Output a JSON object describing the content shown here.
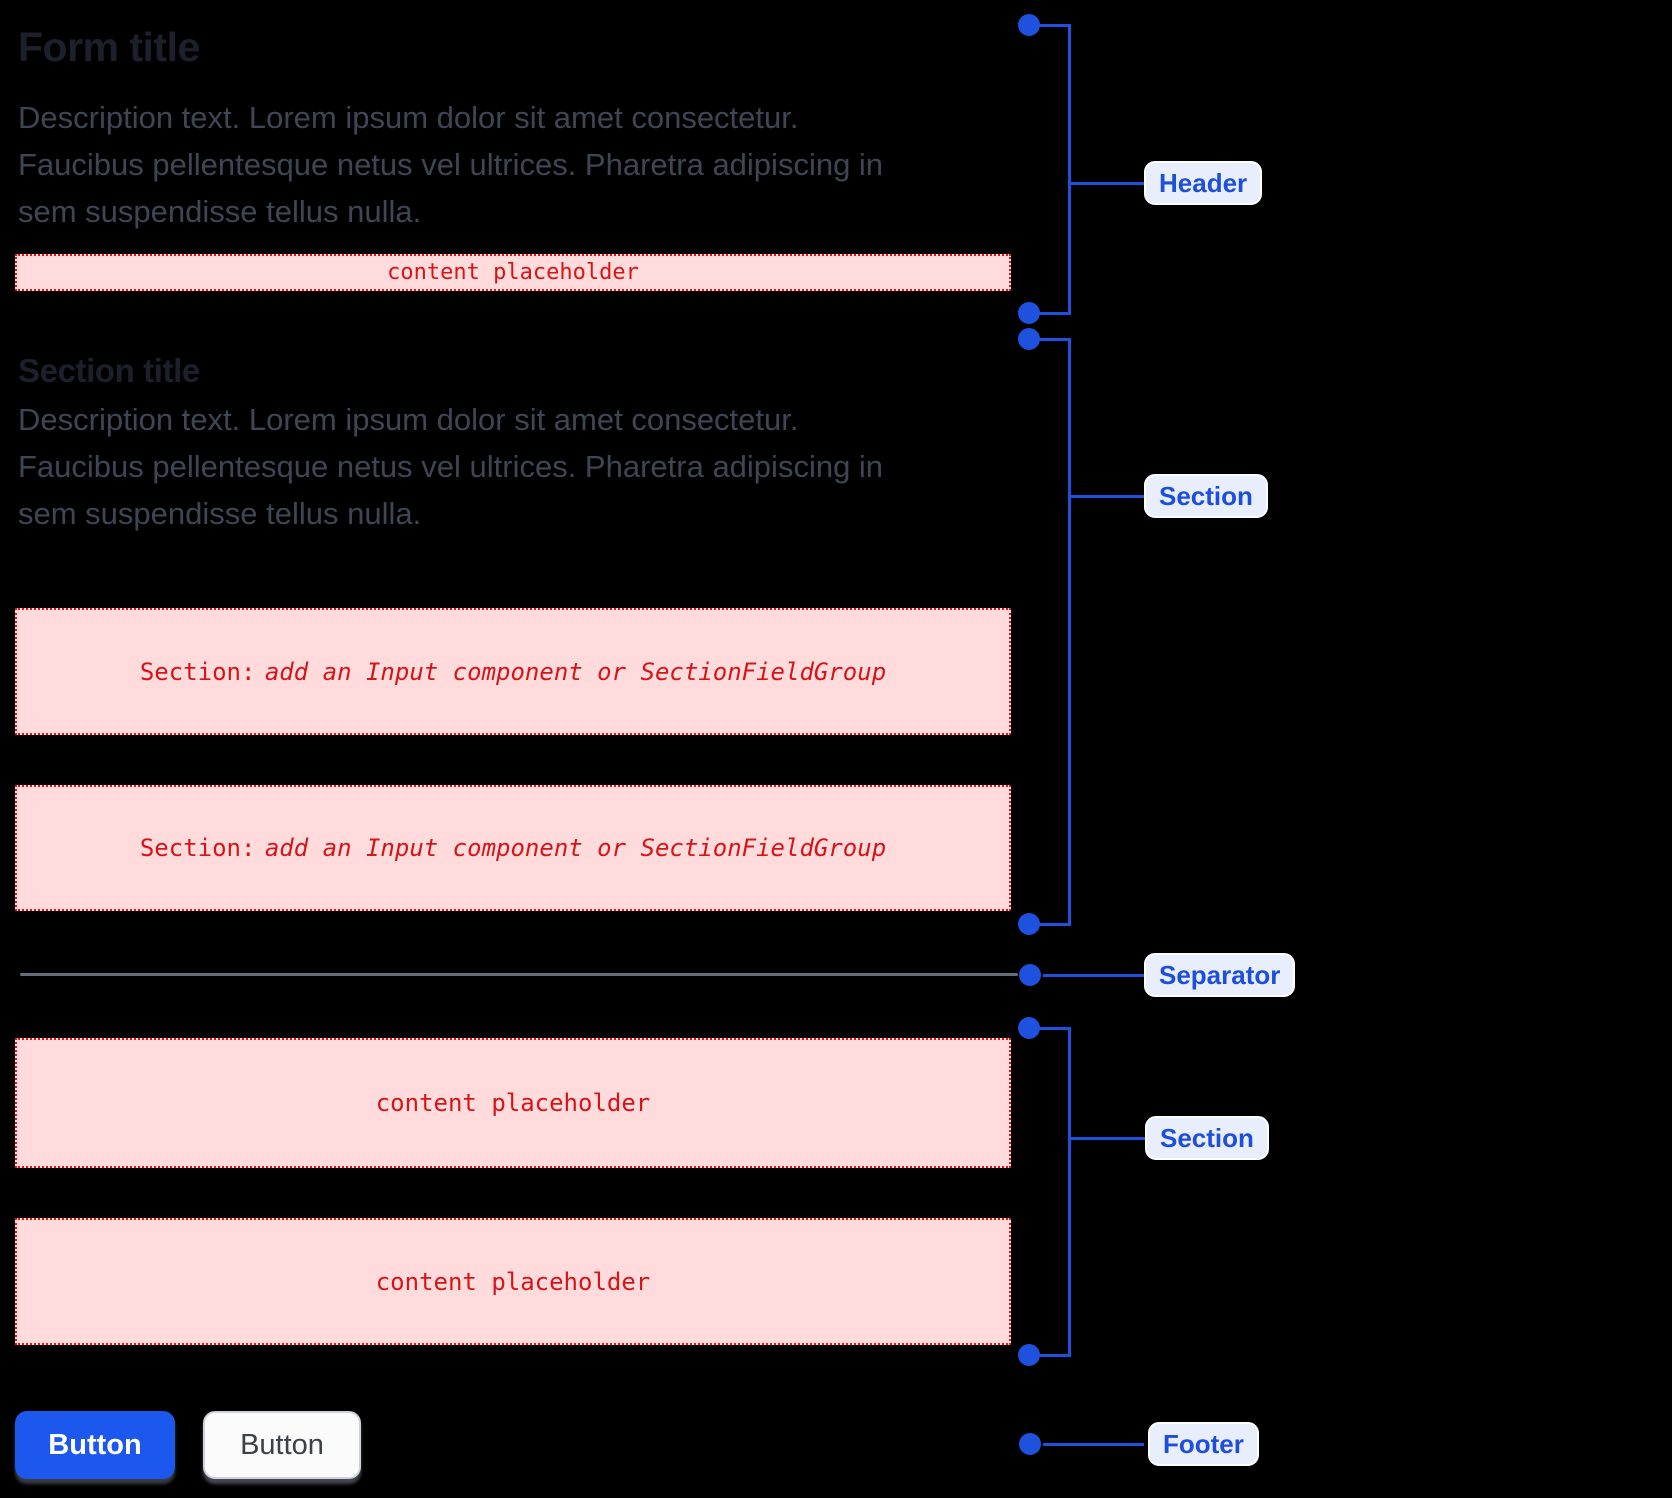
{
  "form": {
    "title": "Form title",
    "description_lines": [
      "Description text. Lorem ipsum dolor sit amet consectetur.",
      "Faucibus pellentesque netus vel ultrices. Pharetra adipiscing in",
      "sem suspendisse tellus nulla."
    ],
    "header_placeholder": "content placeholder",
    "section": {
      "title": "Section title",
      "description_lines": [
        "Description text. Lorem ipsum dolor sit amet consectetur.",
        "Faucibus pellentesque netus vel ultrices. Pharetra adipiscing in",
        "sem suspendisse tellus nulla."
      ],
      "field_groups": [
        {
          "prefix": "Section:",
          "text": "add an Input component or SectionFieldGroup"
        },
        {
          "prefix": "Section:",
          "text": "add an Input component or SectionFieldGroup"
        }
      ]
    },
    "second_section": {
      "placeholders": [
        "content placeholder",
        "content placeholder"
      ]
    },
    "footer": {
      "primary_button_label": "Button",
      "secondary_button_label": "Button"
    }
  },
  "annotations": {
    "header_label": "Header",
    "section_top_label": "Section",
    "separator_label": "Separator",
    "section_bottom_label": "Section",
    "footer_label": "Footer"
  },
  "colors": {
    "page_bg": "#000000",
    "title_text": "#1b202b",
    "desc_text": "#3e4654",
    "placeholder_bg": "#ffdbdb",
    "placeholder_border": "#e01418",
    "placeholder_text": "#d2161a",
    "separator": "#666e79",
    "annotation_blue": "#1e51dd",
    "chip_bg": "#e8eefc",
    "chip_text": "#1e4fdb",
    "primary_button_bg": "#1d58ee",
    "secondary_button_bg": "#fbfbfc"
  }
}
